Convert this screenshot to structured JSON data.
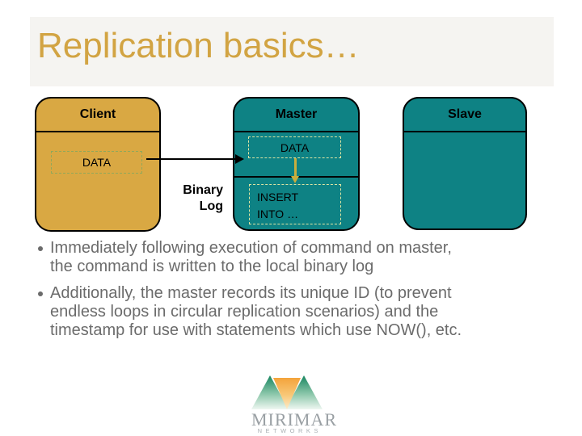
{
  "title": "Replication basics…",
  "diagram": {
    "client": {
      "label": "Client",
      "data_box": "DATA"
    },
    "master": {
      "label": "Master",
      "data_box": "DATA",
      "insert_box": {
        "line1": "INSERT",
        "line2": "INTO …"
      }
    },
    "slave": {
      "label": "Slave"
    },
    "binary_log": {
      "line1": "Binary",
      "line2": "Log"
    }
  },
  "bullets": [
    {
      "lines": [
        "Immediately following execution of command on master,",
        "the command is written to the local binary log"
      ]
    },
    {
      "lines": [
        "Additionally, the master records its unique ID (to prevent",
        "endless loops in circular replication scenarios) and the",
        "timestamp for use with statements which use NOW(), etc."
      ]
    }
  ],
  "logo": {
    "wordmark": "MIRIMAR",
    "subtitle": "NETWORKS"
  },
  "colors": {
    "title_text": "#d2a443",
    "title_bar": "#f5f4f1",
    "client_fill": "#d9a843",
    "server_fill": "#0e8284",
    "bullet_text": "#6b6b6b",
    "client_dash": "#90a85a",
    "master_dash": "#dfe5a2",
    "log_arrow": "#c9ae3d",
    "black_arrow": "#000000",
    "logo_green": "#17855f",
    "logo_orange": "#f4a33b",
    "logo_text": "#9aa0a4"
  }
}
